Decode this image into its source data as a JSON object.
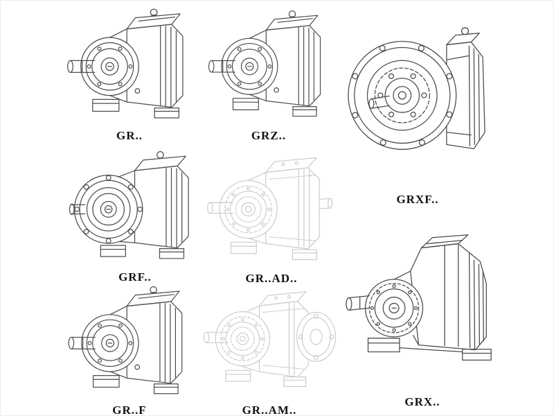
{
  "colors": {
    "line_dark": "#4c4c4c",
    "line_light": "#c9c9c9",
    "label_text": "#111111",
    "background": "#ffffff"
  },
  "figures": [
    {
      "id": "gr",
      "label": "GR.."
    },
    {
      "id": "grz",
      "label": "GRZ.."
    },
    {
      "id": "grxf",
      "label": "GRXF.."
    },
    {
      "id": "grf",
      "label": "GRF.."
    },
    {
      "id": "gr-ad",
      "label": "GR..AD.."
    },
    {
      "id": "gr-f",
      "label": "GR..F"
    },
    {
      "id": "gr-am",
      "label": "GR..AM.."
    },
    {
      "id": "grx",
      "label": "GRX.."
    }
  ]
}
